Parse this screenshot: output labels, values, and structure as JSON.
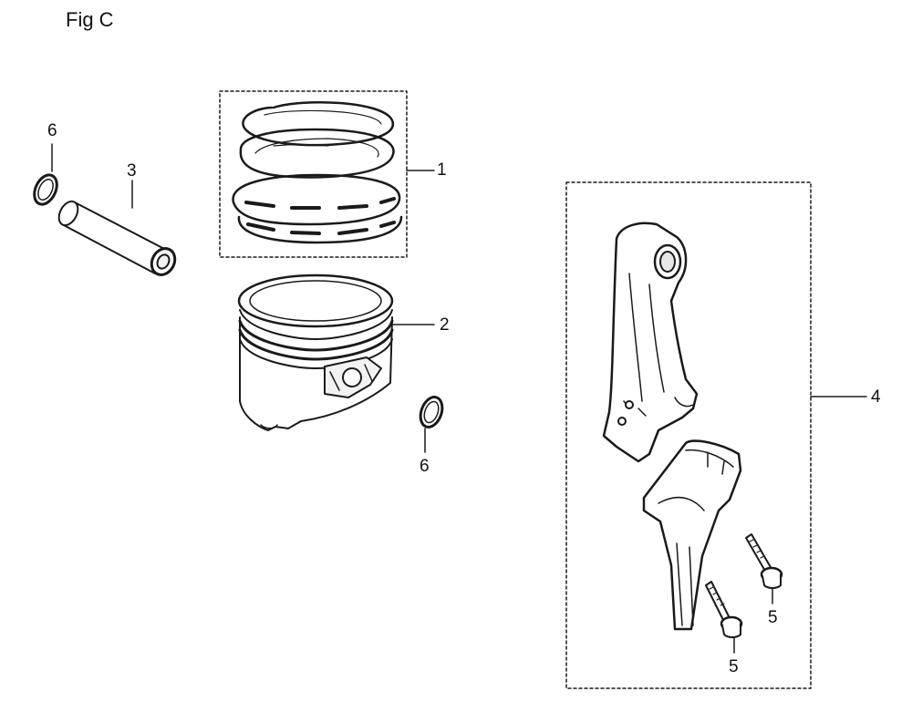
{
  "figure": {
    "title": "Fig C"
  },
  "parts": [
    {
      "callout": "1",
      "name": "piston ring set"
    },
    {
      "callout": "2",
      "name": "piston"
    },
    {
      "callout": "3",
      "name": "piston pin"
    },
    {
      "callout": "4",
      "name": "connecting rod assembly"
    },
    {
      "callout": "5",
      "name": "connecting rod bolt"
    },
    {
      "callout": "6",
      "name": "piston pin clip"
    }
  ],
  "labels": {
    "ring_set": "1",
    "piston": "2",
    "pin": "3",
    "conrod": "4",
    "bolt_a": "5",
    "bolt_b": "5",
    "clip_left": "6",
    "clip_right": "6"
  },
  "colors": {
    "line": "#1a1a1a",
    "fill": "#ffffff",
    "shade": "#e6e6e6"
  }
}
